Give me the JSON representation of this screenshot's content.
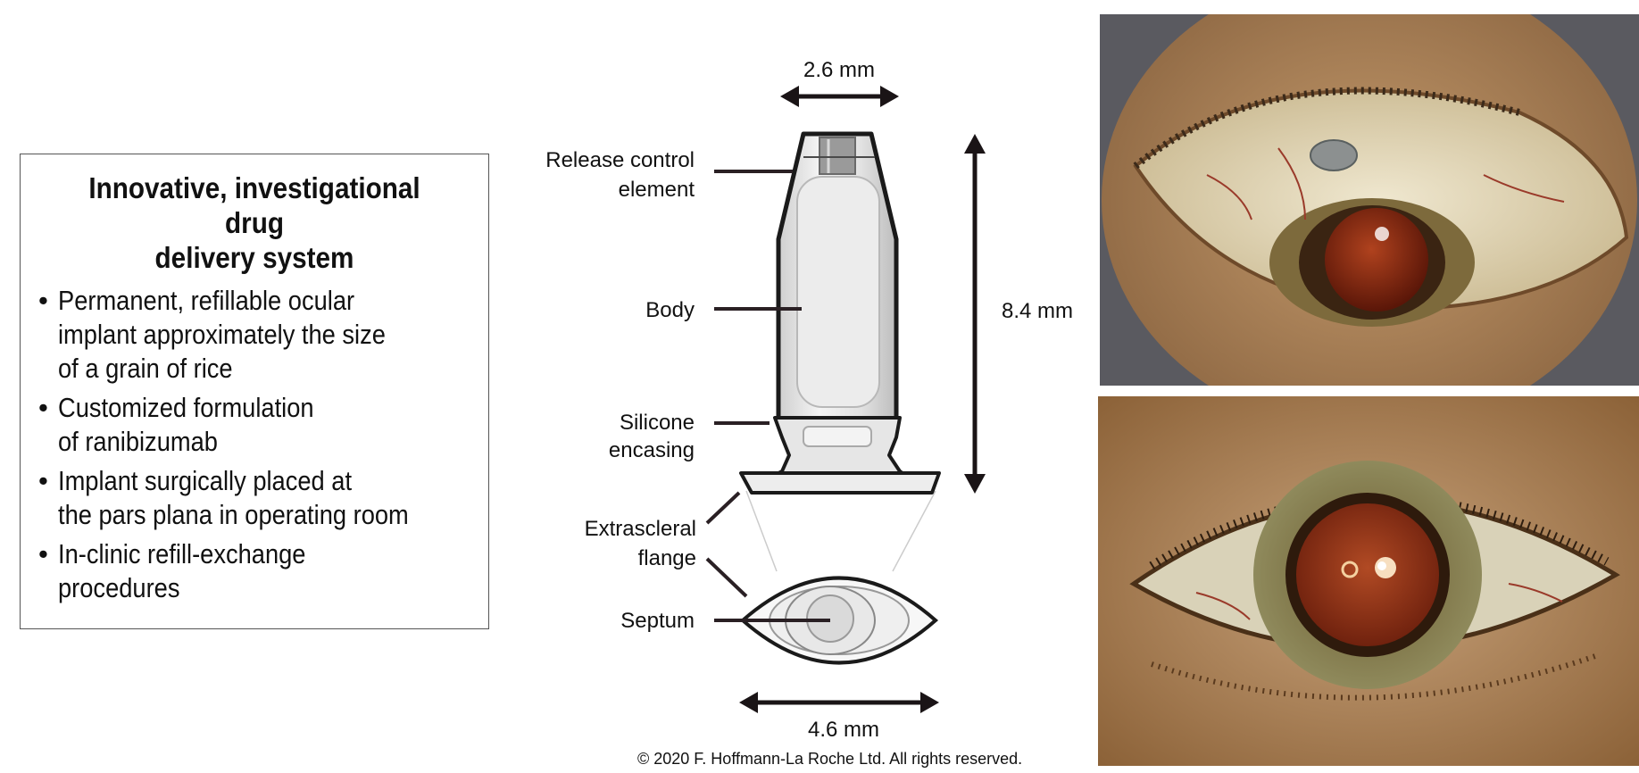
{
  "info_box": {
    "title_lines": [
      "Innovative, investigational drug",
      "delivery system"
    ],
    "bullets": [
      {
        "lines": [
          "Permanent, refillable ocular",
          "implant approximately the size",
          "of a grain of rice"
        ]
      },
      {
        "lines": [
          "Customized formulation",
          "of ranibizumab"
        ]
      },
      {
        "lines": [
          "Implant surgically placed at",
          "the pars plana in operating room"
        ]
      },
      {
        "lines": [
          "In-clinic refill-exchange",
          "procedures"
        ]
      }
    ],
    "bullet_char": "•"
  },
  "diagram": {
    "labels": {
      "release_control": [
        "Release control",
        "element"
      ],
      "body": "Body",
      "silicone": [
        "Silicone",
        "encasing"
      ],
      "flange": [
        "Extrascleral",
        "flange"
      ],
      "septum": "Septum"
    },
    "dimensions": {
      "width_top": "2.6 mm",
      "height": "8.4 mm",
      "width_bottom": "4.6 mm"
    },
    "colors": {
      "outline": "#1a1a1a",
      "leader": "#2a2024",
      "arrow": "#1a1416"
    }
  },
  "copyright": "© 2020 F. Hoffmann-La Roche Ltd. All rights reserved.",
  "photos": {
    "top": {
      "icon": "eye-implant-side-photo"
    },
    "bottom": {
      "icon": "eye-front-photo"
    }
  }
}
